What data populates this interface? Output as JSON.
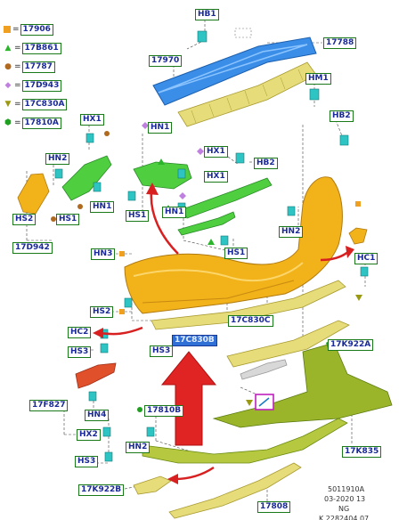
{
  "legend": [
    {
      "symbol": "square",
      "color": "#f0a020",
      "code": "17906"
    },
    {
      "symbol": "triangle",
      "color": "#2bb52b",
      "code": "17B861"
    },
    {
      "symbol": "circle",
      "color": "#b06a20",
      "code": "17787"
    },
    {
      "symbol": "diamond",
      "color": "#c080e0",
      "code": "17D943"
    },
    {
      "symbol": "triangle-down",
      "color": "#9a9a10",
      "code": "17C830A"
    },
    {
      "symbol": "hexagon",
      "color": "#20a020",
      "code": "17810A"
    }
  ],
  "labels": {
    "hb1": "HB1",
    "l17788": "17788",
    "l17970": "17970",
    "hm1": "HM1",
    "hb2a": "HB2",
    "hx1a": "HX1",
    "hn1a": "HN1",
    "hx1b": "HX1",
    "hn2a": "HN2",
    "hb2b": "HB2",
    "hx1c": "HX1",
    "hs2a": "HS2",
    "hs1a": "HS1",
    "hn1b": "HN1",
    "hn1c": "HN1",
    "hs1b": "HS1",
    "l17d942": "17D942",
    "hn2b": "HN2",
    "hn3": "HN3",
    "hs1c": "HS1",
    "hc1": "HC1",
    "hs2b": "HS2",
    "l17c830c": "17C830C",
    "hc2": "HC2",
    "l17c830b": "17C830B",
    "hs3a": "HS3",
    "hs3b": "HS3",
    "l17k922a": "17K922A",
    "l17f827": "17F827",
    "hn4": "HN4",
    "l17810b": "17810B",
    "hx2": "HX2",
    "hn2c": "HN2",
    "l17k835": "17K835",
    "hs3c": "HS3",
    "l17k922b": "17K922B",
    "l17808": "17808"
  },
  "footer": {
    "line1": "5011910A",
    "line2": "03-2020 13",
    "line3": "NG",
    "line4": "K.2282404.07"
  },
  "colors": {
    "beam_blue": "#3a8ee8",
    "absorber_yellow": "#e6dc7a",
    "bumper_orange": "#f2b21a",
    "bracket_green": "#4fcf3f",
    "reflector_red": "#e0502a",
    "trim_olive": "#9ab52a",
    "clip_cyan": "#2fc4c4",
    "arrow_red": "#d82020",
    "label_border": "#1a7a1a",
    "label_text": "#1a2a99",
    "highlight": "#2f6fd6",
    "sensor_magenta": "#c020c0"
  }
}
